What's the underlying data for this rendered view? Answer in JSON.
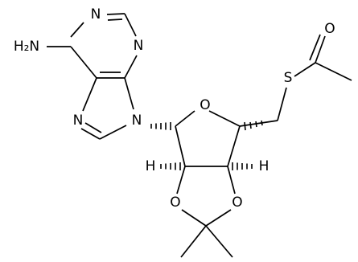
{
  "molecule": {
    "atoms": {
      "n1": "N",
      "n3": "N",
      "n7": "N",
      "n9": "N",
      "nh2": "H₂N",
      "o_ring": "O",
      "o2": "O",
      "o3": "O",
      "s": "S",
      "o_carbonyl": "O",
      "h2": "H",
      "h3": "H"
    }
  }
}
